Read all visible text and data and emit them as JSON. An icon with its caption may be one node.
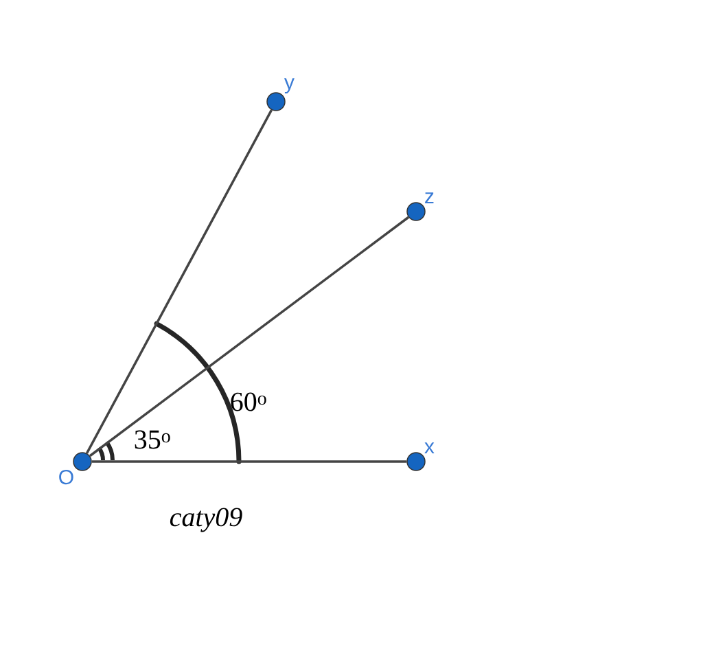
{
  "diagram": {
    "nodes": [
      {
        "text": [
          "y"
        ]
      },
      {
        "text": [
          "z"
        ]
      },
      {
        "text": [
          "O"
        ]
      },
      {
        "text": [
          "x"
        ]
      }
    ],
    "edges": [
      {
        "from": 2,
        "to": 0,
        "arrow": "none"
      },
      {
        "from": 2,
        "to": 1,
        "arrow": "none"
      },
      {
        "from": 2,
        "to": 3,
        "arrow": "none"
      }
    ],
    "labels": [
      "60$^{o}$",
      "35$^{o}$",
      "caty09"
    ]
  }
}
